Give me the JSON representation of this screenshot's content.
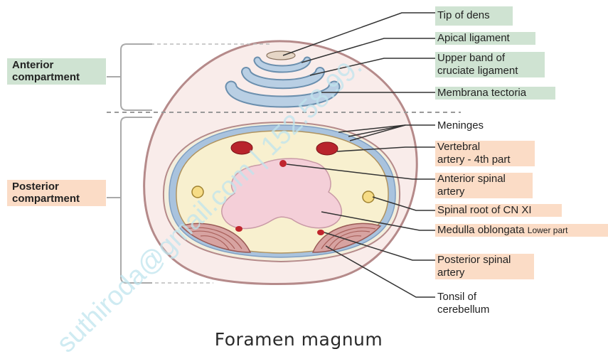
{
  "labels": {
    "tip_of_dens": "Tip of dens",
    "apical_ligament": "Apical ligament",
    "upper_band_line1": "Upper band of",
    "upper_band_line2": "cruciate ligament",
    "membrana_tectoria": "Membrana tectoria",
    "meninges": "Meninges",
    "vertebral_line1": "Vertebral",
    "vertebral_line2": "artery - 4th part",
    "anterior_spinal_line1": "Anterior spinal",
    "anterior_spinal_line2": "artery",
    "spinal_root": "Spinal root of CN XI",
    "medulla_main": "Medulla oblongata",
    "medulla_small": "Lower part",
    "posterior_spinal_line1": "Posterior spinal",
    "posterior_spinal_line2": "artery",
    "tonsil_line1": "Tonsil of",
    "tonsil_line2": "cerebellum"
  },
  "compartments": {
    "anterior_line1": "Anterior",
    "anterior_line2": "compartment",
    "posterior_line1": "Posterior",
    "posterior_line2": "compartment"
  },
  "caption": "Foramen magnum",
  "watermark": "suthiroda@gmail.com | 152.58.99.",
  "colors": {
    "green_label": "#cfe3d2",
    "peach_label": "#fbdcc6",
    "outer_fill": "#f9ecea",
    "outer_stroke": "#b58a8a",
    "meninges_blue": "#a9c3de",
    "canal_fill": "#f8f0cf",
    "medulla_fill": "#f4cfd8",
    "artery_red": "#b8242c",
    "nerve_yellow": "#f6dc86",
    "tonsil": "#d7a3a1",
    "watermark": "#bfe4ee"
  }
}
